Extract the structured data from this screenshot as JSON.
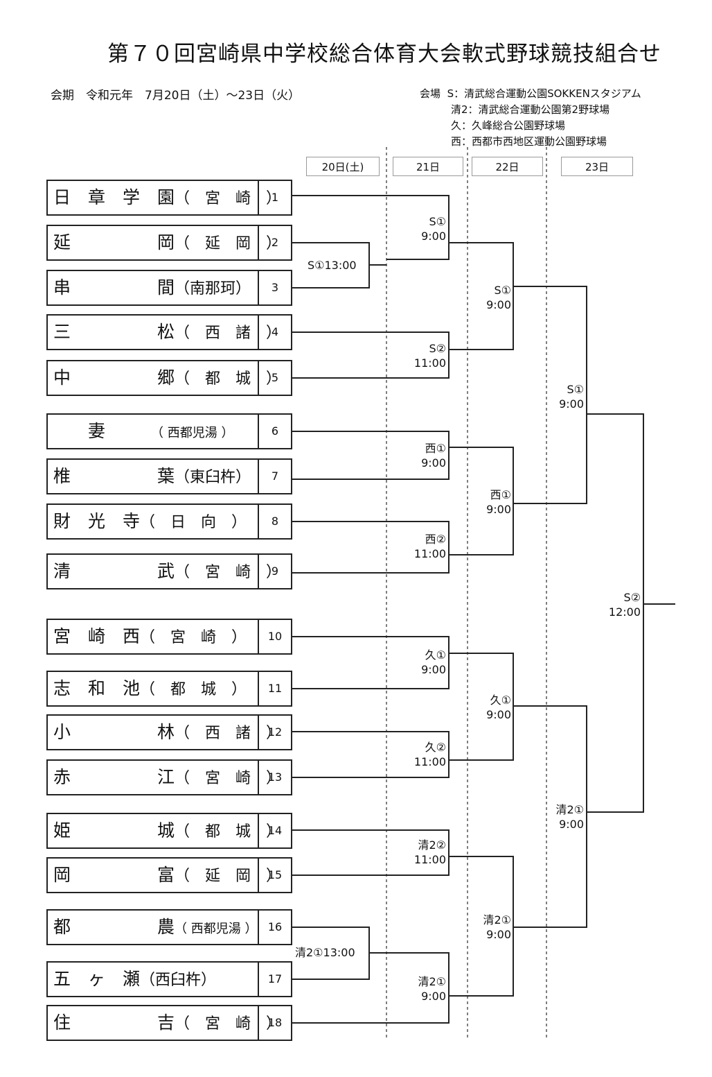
{
  "title": "第７０回宮崎県中学校総合体育大会軟式野球競技組合せ",
  "period": "会期　令和元年　7月20日（土）～23日（火）",
  "venues": {
    "label": "会場",
    "items": [
      "S：清武総合運動公園SOKKENスタジアム",
      "清2：清武総合運動公園第2野球場",
      "久：久峰総合公園野球場",
      "西：西都市西地区運動公園野球場"
    ]
  },
  "days": [
    "20日(土)",
    "21日",
    "22日",
    "23日"
  ],
  "teams": [
    {
      "seed": "1",
      "name": "日　章　学　園",
      "region": "（　宮　崎　）"
    },
    {
      "seed": "2",
      "name": "延　　　　　岡",
      "region": "（　延　岡　）"
    },
    {
      "seed": "3",
      "name": "串　　　　　間",
      "region": "（南那珂）"
    },
    {
      "seed": "4",
      "name": "三　　　　　松",
      "region": "（　西　諸　）"
    },
    {
      "seed": "5",
      "name": "中　　　　　郷",
      "region": "（　都　城　）"
    },
    {
      "seed": "6",
      "name": "　　妻　　　",
      "region": "（ 西都児湯 ）"
    },
    {
      "seed": "7",
      "name": "椎　　　　　葉",
      "region": "（東臼杵）"
    },
    {
      "seed": "8",
      "name": "財　光　寺",
      "region": "（　日　向　）"
    },
    {
      "seed": "9",
      "name": "清　　　　　武",
      "region": "（　宮　崎　）"
    },
    {
      "seed": "10",
      "name": "宮　崎　西",
      "region": "（　宮　崎　）"
    },
    {
      "seed": "11",
      "name": "志　和　池",
      "region": "（　都　城　）"
    },
    {
      "seed": "12",
      "name": "小　　　　　林",
      "region": "（　西　諸　）"
    },
    {
      "seed": "13",
      "name": "赤　　　　　江",
      "region": "（　宮　崎　）"
    },
    {
      "seed": "14",
      "name": "姫　　　　　城",
      "region": "（　都　城　）"
    },
    {
      "seed": "15",
      "name": "岡　　　　　富",
      "region": "（　延　岡　）"
    },
    {
      "seed": "16",
      "name": "都　　　　　農",
      "region": "（ 西都児湯 ）"
    },
    {
      "seed": "17",
      "name": "五　ヶ　瀬",
      "region": "（西臼杵）"
    },
    {
      "seed": "18",
      "name": "住　　　　　吉",
      "region": "（　宮　崎　）"
    }
  ],
  "matches": [
    {
      "venue": "S①",
      "time": "13:00"
    },
    {
      "venue": "清2①",
      "time": "13:00"
    },
    {
      "venue": "S①",
      "time": "9:00"
    },
    {
      "venue": "S②",
      "time": "11:00"
    },
    {
      "venue": "西①",
      "time": "9:00"
    },
    {
      "venue": "西②",
      "time": "11:00"
    },
    {
      "venue": "久①",
      "time": "9:00"
    },
    {
      "venue": "久②",
      "time": "11:00"
    },
    {
      "venue": "清2②",
      "time": "11:00"
    },
    {
      "venue": "清2①",
      "time": "9:00"
    },
    {
      "venue": "S①",
      "time": "9:00"
    },
    {
      "venue": "西①",
      "time": "9:00"
    },
    {
      "venue": "久①",
      "time": "9:00"
    },
    {
      "venue": "清2①",
      "time": "9:00"
    },
    {
      "venue": "S①",
      "time": "9:00"
    },
    {
      "venue": "清2①",
      "time": "9:00"
    },
    {
      "venue": "S②",
      "time": "12:00"
    }
  ]
}
